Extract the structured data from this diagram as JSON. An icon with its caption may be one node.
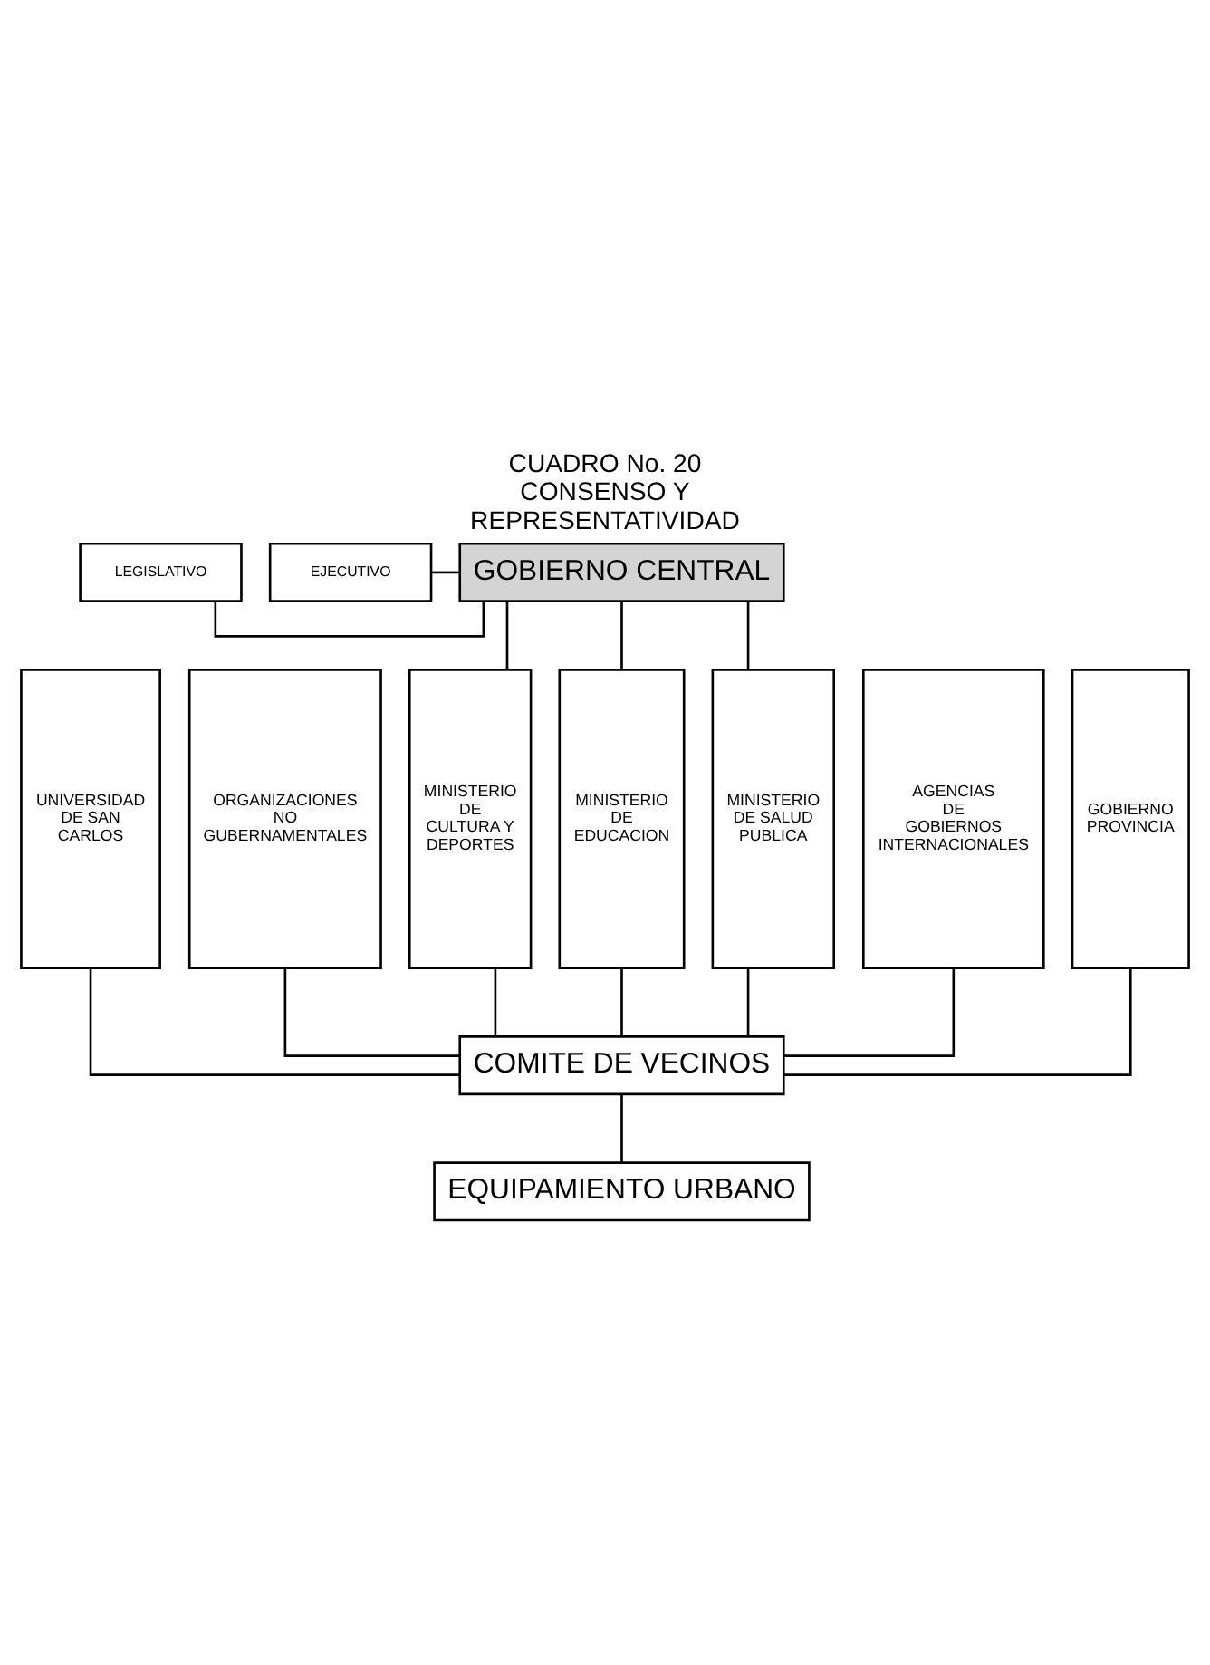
{
  "diagram": {
    "title": "CUADRO No. 20 CONSENSO Y REPRESENTATIVIDAD",
    "nodes": [
      {
        "text": [
          "LEGISLATIVO"
        ]
      },
      {
        "text": [
          "EJECUTIVO"
        ]
      },
      {
        "text": [
          "GOBIERNO CENTRAL"
        ]
      },
      {
        "text": [
          "MINISTERIO DE CULTURA Y DEPORTES"
        ]
      },
      {
        "text": [
          "MINISTERIO DE EDUCACION"
        ]
      },
      {
        "text": [
          "MINISTERIO DE SALUD PUBLICA"
        ]
      },
      {
        "text": [
          "UNIVERSIDAD DE SAN CARLOS"
        ]
      },
      {
        "text": [
          "ORGANIZACIONES NO GUBERNAMENTALES"
        ]
      },
      {
        "text": [
          "AGENCIAS DE GOBIERNOS INTERNACIONALES"
        ]
      },
      {
        "text": [
          "GOBIERNO PROVINCIA"
        ]
      },
      {
        "text": [
          "COMITE DE VECINOS"
        ]
      },
      {
        "text": [
          "EQUIPAMIENTO URBANO"
        ]
      }
    ],
    "edges": [
      {
        "from": 0,
        "to": 2,
        "arrow": "none"
      },
      {
        "from": 1,
        "to": 2,
        "arrow": "none"
      },
      {
        "from": 2,
        "to": 3,
        "arrow": "none"
      },
      {
        "from": 2,
        "to": 4,
        "arrow": "none"
      },
      {
        "from": 2,
        "to": 5,
        "arrow": "none"
      },
      {
        "from": 6,
        "to": 10,
        "arrow": "none"
      },
      {
        "from": 7,
        "to": 10,
        "arrow": "none"
      },
      {
        "from": 3,
        "to": 10,
        "arrow": "none"
      },
      {
        "from": 4,
        "to": 10,
        "arrow": "none"
      },
      {
        "from": 5,
        "to": 10,
        "arrow": "none"
      },
      {
        "from": 8,
        "to": 10,
        "arrow": "none"
      },
      {
        "from": 9,
        "to": 10,
        "arrow": "none"
      },
      {
        "from": 10,
        "to": 11,
        "arrow": "none"
      }
    ]
  }
}
